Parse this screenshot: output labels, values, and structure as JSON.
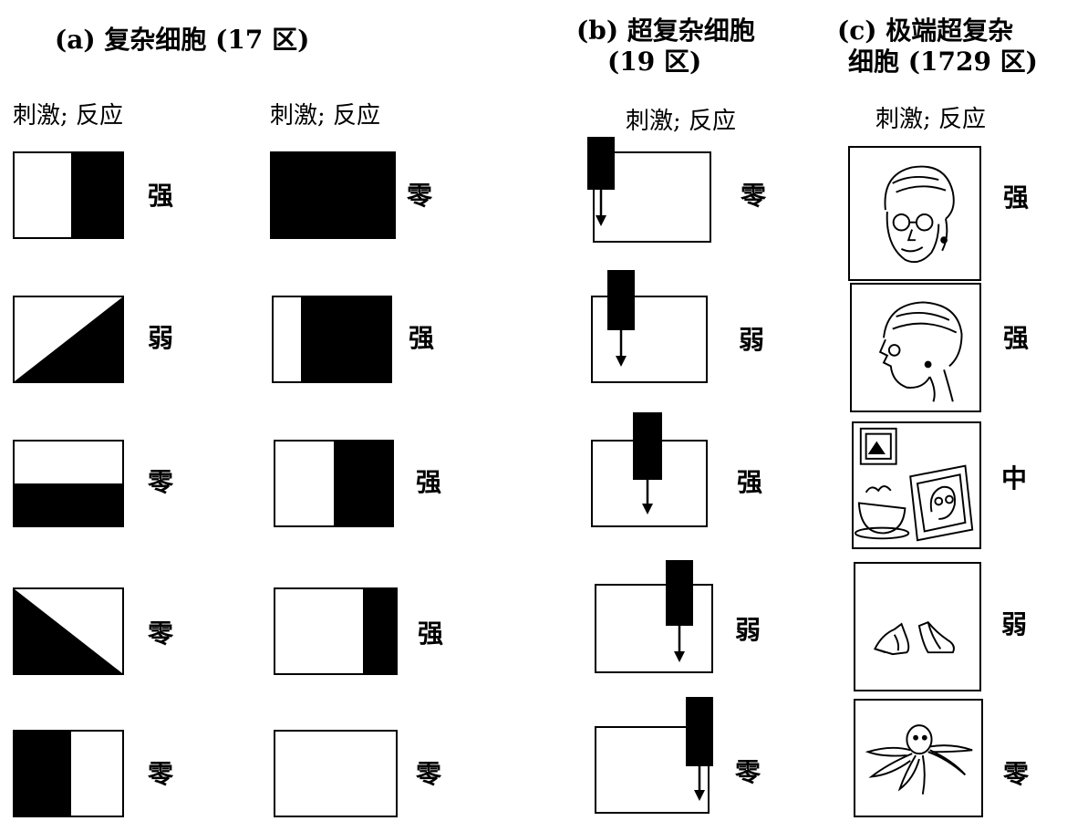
{
  "panels": {
    "a": {
      "title": "(a) 复杂细胞 (17 区)"
    },
    "b": {
      "title_line1": "(b) 超复杂细胞",
      "title_line2": "(19 区)"
    },
    "c": {
      "title_line1": "(c) 极端超复杂",
      "title_line2": "细胞 (1729 区)"
    }
  },
  "column_header": "刺激; 反应",
  "columns": [
    {
      "id": "a1",
      "items": [
        {
          "stimulus": "left-white-right-black",
          "response": "强"
        },
        {
          "stimulus": "diagonal-lower-right-black",
          "response": "弱"
        },
        {
          "stimulus": "top-white-bottom-black",
          "response": "零"
        },
        {
          "stimulus": "diagonal-lower-left-black",
          "response": "零"
        },
        {
          "stimulus": "left-black-right-white",
          "response": "零"
        }
      ]
    },
    {
      "id": "a2",
      "items": [
        {
          "stimulus": "all-black",
          "response": "零"
        },
        {
          "stimulus": "thin-white-left-black",
          "response": "强"
        },
        {
          "stimulus": "half-white-half-black",
          "response": "强"
        },
        {
          "stimulus": "mostly-white-right-black-strip",
          "response": "强"
        },
        {
          "stimulus": "all-white",
          "response": "零"
        }
      ]
    },
    {
      "id": "b",
      "items": [
        {
          "stimulus": "bar-far-left",
          "response": "零"
        },
        {
          "stimulus": "bar-left",
          "response": "弱"
        },
        {
          "stimulus": "bar-center",
          "response": "强"
        },
        {
          "stimulus": "bar-right",
          "response": "弱"
        },
        {
          "stimulus": "bar-far-right",
          "response": "零"
        }
      ]
    },
    {
      "id": "c",
      "items": [
        {
          "stimulus": "grandmother-face-front",
          "icon": "grandmother-face-icon",
          "response": "强"
        },
        {
          "stimulus": "grandmother-face-profile",
          "icon": "grandmother-profile-icon",
          "response": "强"
        },
        {
          "stimulus": "framed-portrait-with-teacup",
          "icon": "framed-portrait-icon",
          "response": "中"
        },
        {
          "stimulus": "pair-of-shoes",
          "icon": "shoes-icon",
          "response": "弱"
        },
        {
          "stimulus": "octopus",
          "icon": "octopus-icon",
          "response": "零"
        }
      ]
    }
  ]
}
